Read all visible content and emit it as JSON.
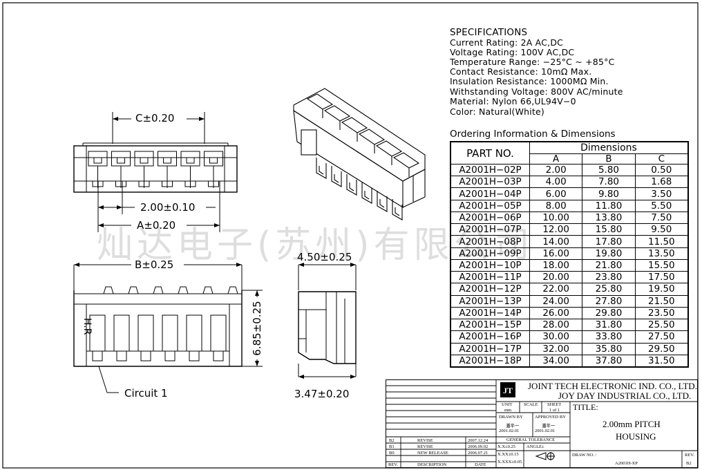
{
  "specifications": {
    "heading": "SPECIFICATIONS",
    "lines": [
      "Current  Rating:  2A  AC,DC",
      "Voltage  Rating:  100V  AC,DC",
      "Temperature  Range:  −25°C  ~  +85°C",
      "Contact  Resistance:  10mΩ  Max.",
      "Insulation  Resistance:  1000MΩ  Min.",
      "Withstanding  Voltage:  800V  AC/minute",
      "Material:  Nylon  66,UL94V−0",
      "Color:  Natural(White)"
    ]
  },
  "ordering": {
    "title": "Ordering  Information  &  Dimensions",
    "part_header": "PART  NO.",
    "dimensions_header": "Dimensions",
    "columns": [
      "A",
      "B",
      "C"
    ],
    "rows": [
      [
        "A2001H−02P",
        "2.00",
        "5.80",
        "0.50"
      ],
      [
        "A2001H−03P",
        "4.00",
        "7.80",
        "1.68"
      ],
      [
        "A2001H−04P",
        "6.00",
        "9.80",
        "3.50"
      ],
      [
        "A2001H−05P",
        "8.00",
        "11.80",
        "5.50"
      ],
      [
        "A2001H−06P",
        "10.00",
        "13.80",
        "7.50"
      ],
      [
        "A2001H−07P",
        "12.00",
        "15.80",
        "9.50"
      ],
      [
        "A2001H−08P",
        "14.00",
        "17.80",
        "11.50"
      ],
      [
        "A2001H−09P",
        "16.00",
        "19.80",
        "13.50"
      ],
      [
        "A2001H−10P",
        "18.00",
        "21.80",
        "15.50"
      ],
      [
        "A2001H−11P",
        "20.00",
        "23.80",
        "17.50"
      ],
      [
        "A2001H−12P",
        "22.00",
        "25.80",
        "19.50"
      ],
      [
        "A2001H−13P",
        "24.00",
        "27.80",
        "21.50"
      ],
      [
        "A2001H−14P",
        "26.00",
        "29.80",
        "23.50"
      ],
      [
        "A2001H−15P",
        "28.00",
        "31.80",
        "25.50"
      ],
      [
        "A2001H−16P",
        "30.00",
        "33.80",
        "27.50"
      ],
      [
        "A2001H−17P",
        "32.00",
        "35.80",
        "29.50"
      ],
      [
        "A2001H−18P",
        "34.00",
        "37.80",
        "31.50"
      ]
    ]
  },
  "drawing_labels": {
    "c_dim": "C±0.20",
    "pitch_dim": "2.00±0.10",
    "a_dim": "A±0.20",
    "b_dim": "B±0.25",
    "depth_dim": "4.50±0.25",
    "height_dim": "6.85±0.25",
    "base_dim": "3.47±0.20",
    "circuit": "Circuit  1",
    "marking": "H.R"
  },
  "watermark": "灿达电子(苏州)有限公司",
  "title_block": {
    "company_line1": "JOINT  TECH  ELECTRONIC  IND.  CO.,  LTD.",
    "company_line2": "JOY  DAY  INDUSTRIAL  CO.,  LTD.",
    "title_label": "TITLE:",
    "title_line1": "2.00mm  PITCH",
    "title_line2": "HOUSING",
    "unit_label": "UNIT",
    "unit_value": "mm",
    "scale_label": "SCALE",
    "sheet_label": "SHEET",
    "sheet_value": "1 of 1",
    "drawn_label": "DRAWN BY",
    "drawn_name": "潘平一",
    "drawn_date": "2001.02.01",
    "approved_label": "APPROVED BY",
    "approved_name": "潘平一",
    "approved_date": "2001.02.01",
    "tolerance_label": "GENERAL  TOLERANCE",
    "tol_x": "X.X±0.25",
    "tol_xx": "X.XX±0.15",
    "tol_xxx": "X.XXX±0.05",
    "angle_label": "ANGLE±",
    "draw_no_label": "DRAW NO. :",
    "draw_no": "A2001H-XP",
    "rev_label": "REV.",
    "rev_value": "B2",
    "revisions": [
      {
        "rev": "B2",
        "desc": "REVISE",
        "date": "2007.12.24"
      },
      {
        "rev": "B1",
        "desc": "REVISE",
        "date": "2006.09.02"
      },
      {
        "rev": "B0",
        "desc": "NEW RELEASE",
        "date": "2006.07.21"
      }
    ],
    "rev_col": "REV.",
    "desc_col": "DESCRIPTION",
    "date_col": "DATE"
  }
}
